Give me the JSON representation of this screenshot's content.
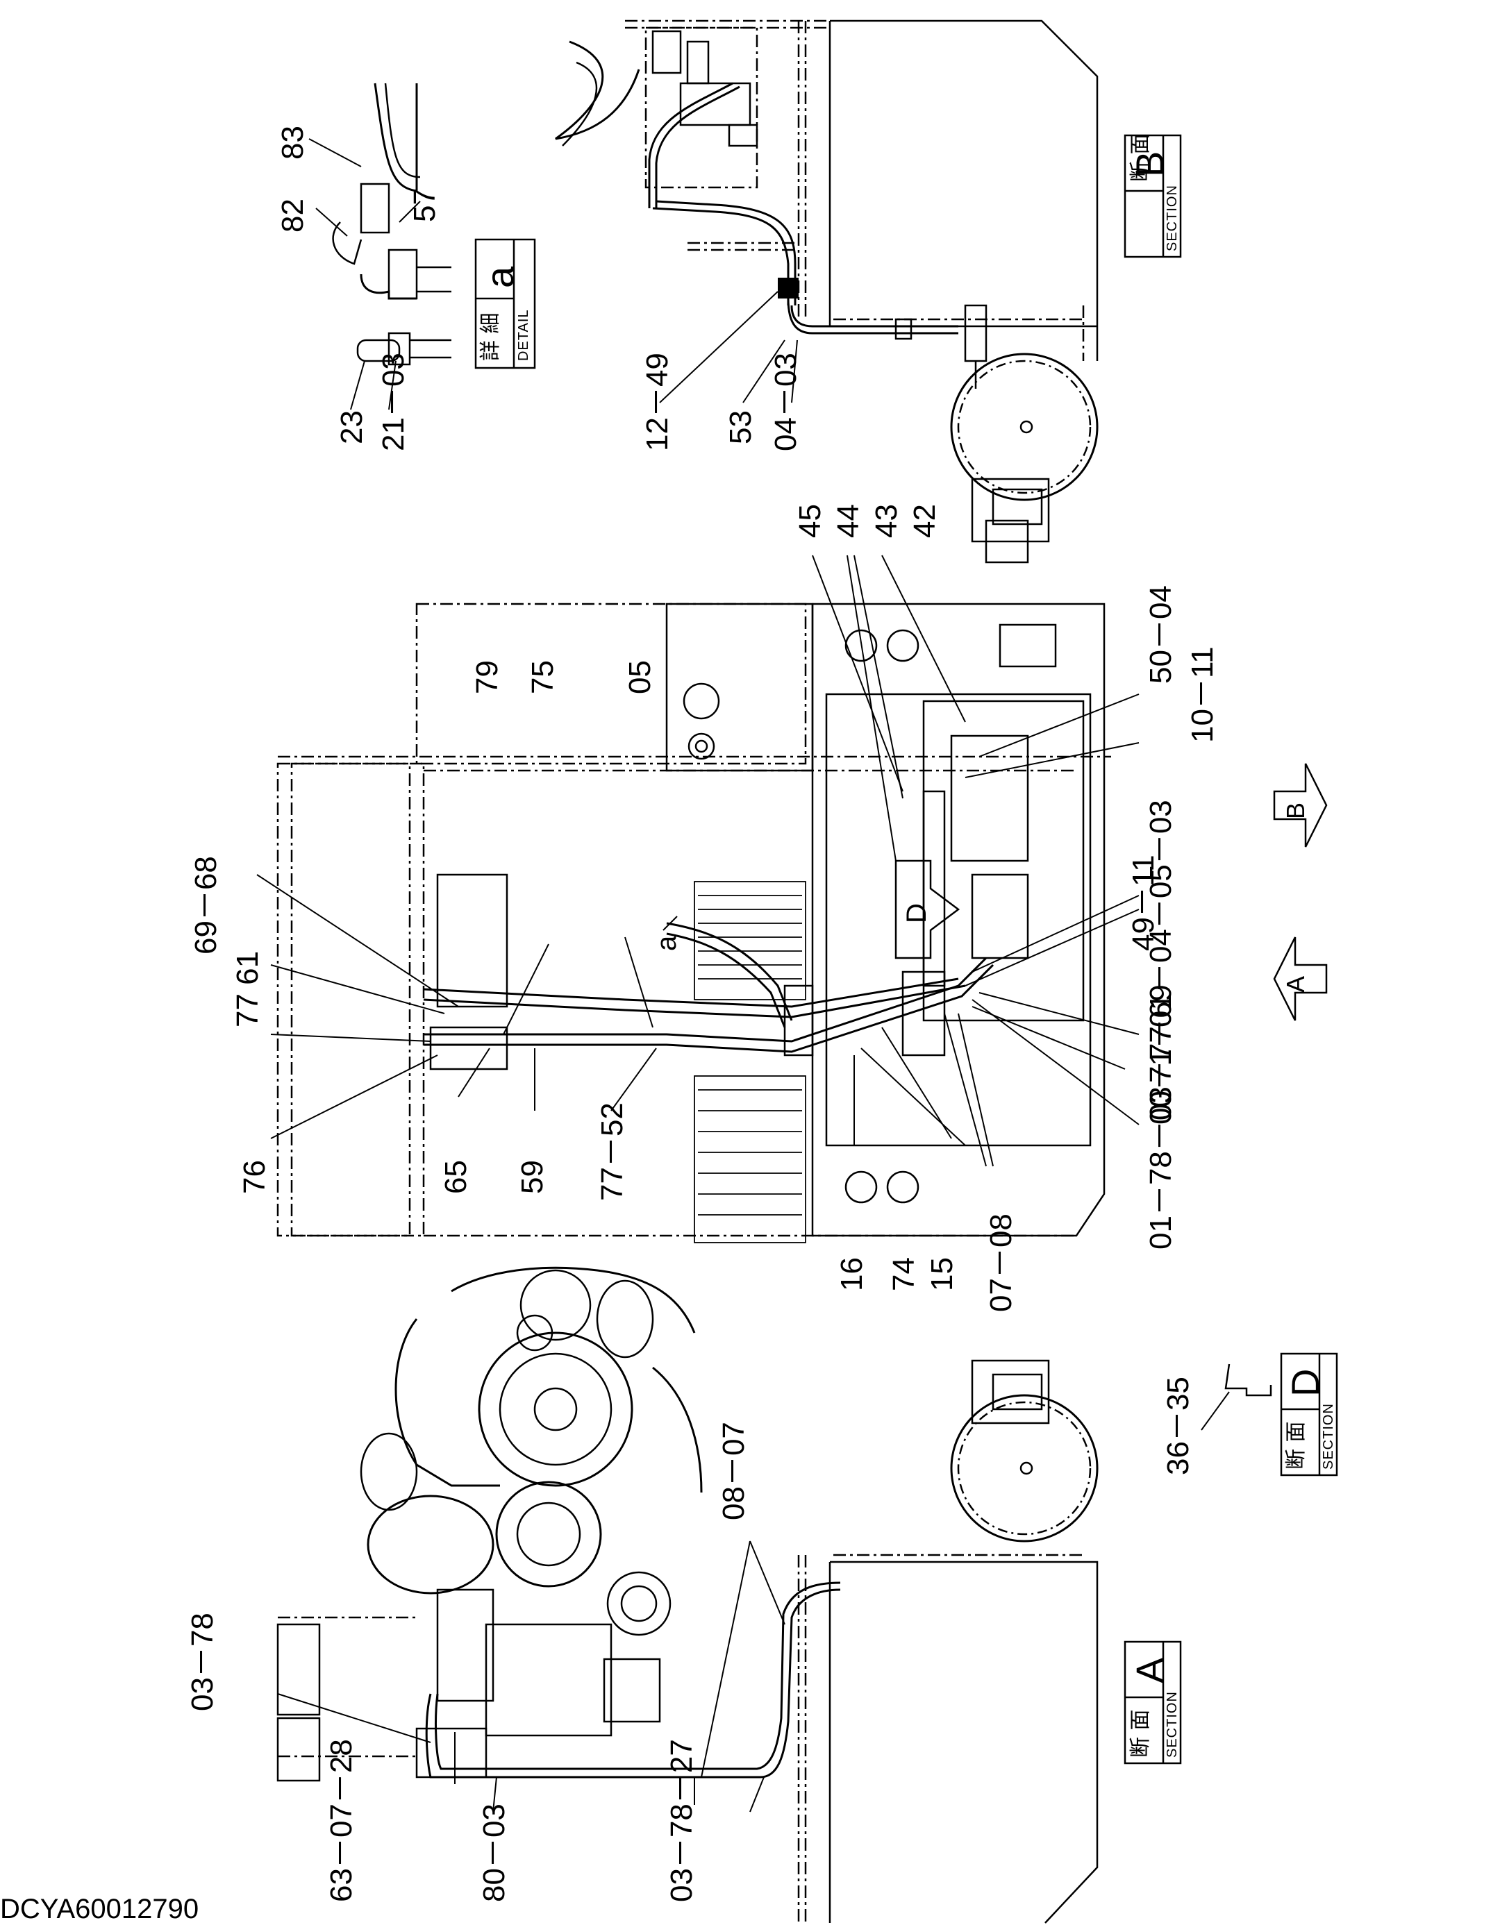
{
  "document": {
    "id": "DCYA60012790"
  },
  "section_boxes": {
    "B": {
      "jp": "断 面",
      "en": "SECTION",
      "letter": "B"
    },
    "A": {
      "jp": "断 面",
      "en": "SECTION",
      "letter": "A"
    },
    "D": {
      "jp": "断 面",
      "en": "SECTION",
      "letter": "D"
    },
    "a": {
      "jp": "詳 細",
      "en": "DETAIL",
      "letter": "a"
    }
  },
  "view_arrows": {
    "B": "B",
    "A": "A",
    "D": "D",
    "a": "a"
  },
  "callouts": {
    "detail_a": {
      "c83": "83",
      "c82": "82",
      "c57": "57",
      "c23": "23",
      "c21_03": "21－03"
    },
    "section_b": {
      "c12_49": "12－49",
      "c53": "53",
      "c04_03": "04－03"
    },
    "center_right": {
      "c45": "45",
      "c44": "44",
      "c43": "43",
      "c42": "42",
      "c50_04": "50－04",
      "c10_11": "10－11",
      "c49_11": "49－11",
      "c01_04_05_03": "01－04－05－03",
      "c71_69": "71－69",
      "c00_77": "00－77",
      "c01_78_03": "01－78－03",
      "c07_08": "07－08",
      "c15": "15",
      "c74": "74",
      "c16": "16"
    },
    "center_left": {
      "c79": "79",
      "c75": "75",
      "c05": "05",
      "c69_68": "69－68",
      "c77_61": "77 61",
      "c76": "76",
      "c65": "65",
      "c59": "59",
      "c77_52": "77－52"
    },
    "section_a": {
      "c08_07": "08－07",
      "c03_78_top": "03－78",
      "c63_07_28": "63－07－28",
      "c80_03": "80－03",
      "c03_78_27": "03－78－27"
    },
    "section_d": {
      "c36_35": "36－35"
    }
  }
}
